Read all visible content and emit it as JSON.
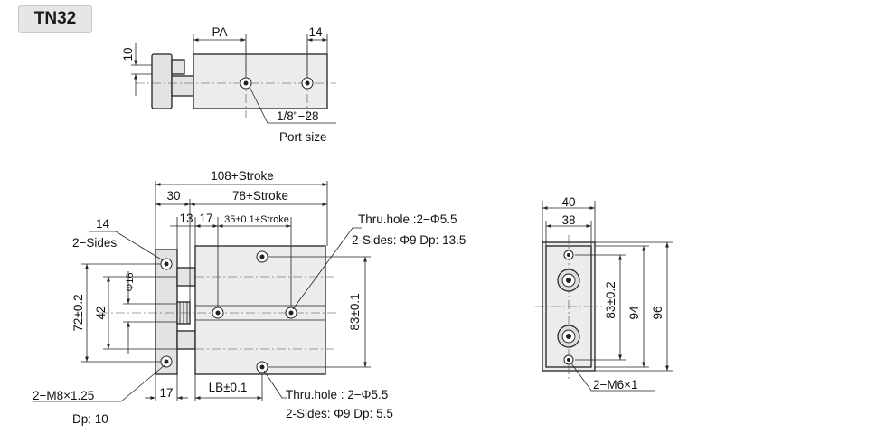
{
  "model": "TN32",
  "top_view": {
    "dim_10": "10",
    "dim_pa": "PA",
    "dim_14": "14",
    "port_thread": "1/8\"−28",
    "port_label": "Port size"
  },
  "front_view": {
    "overall": "108+Stroke",
    "dim_30": "30",
    "dim_78": "78+Stroke",
    "dim_13": "13",
    "dim_17": "17",
    "dim_35": "35±0.1+Stroke",
    "dim_14": "14",
    "sides": "2−Sides",
    "dia16": "Φ16",
    "dim_72": "72±0.2",
    "dim_42": "42",
    "dim_83": "83±0.1",
    "thru_top_1": "Thru.hole :2−Φ5.5",
    "thru_top_2": "2-Sides: Φ9 Dp: 13.5",
    "thru_bot_1": "Thru.hole : 2−Φ5.5",
    "thru_bot_2": "2-Sides: Φ9 Dp: 5.5",
    "thread_m8": "2−M8×1.25",
    "depth_m8": "Dp: 10",
    "dim_17b": "17",
    "dim_lb": "LB±0.1"
  },
  "side_view": {
    "dim_40": "40",
    "dim_38": "38",
    "dim_83": "83±0.2",
    "dim_94": "94",
    "dim_96": "96",
    "thread_m6": "2−M6×1"
  },
  "colors": {
    "line": "#222222",
    "fill": "#ececec",
    "badge": "#e6e6e6"
  }
}
